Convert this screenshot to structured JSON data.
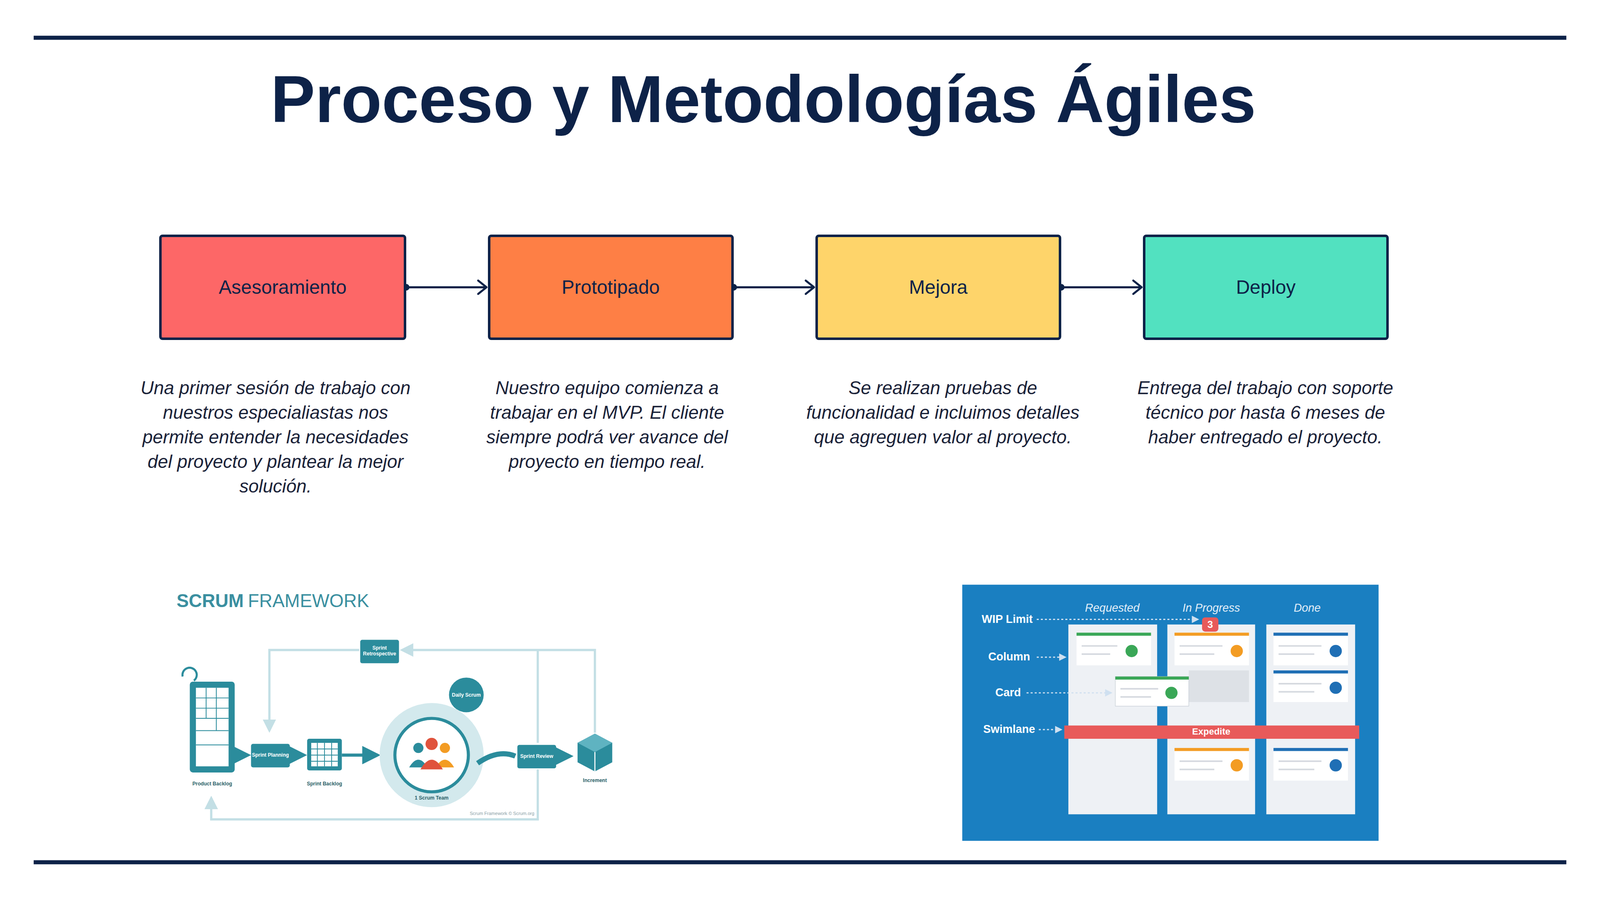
{
  "diagram": {
    "title": "Proceso y Metodologías Ágiles",
    "nodes": [
      {
        "text": [
          "Asesoramiento"
        ]
      },
      {
        "text": [
          "Prototipado"
        ]
      },
      {
        "text": [
          "Mejora"
        ]
      },
      {
        "text": [
          "Deploy"
        ]
      }
    ],
    "edges": [
      {
        "from": 0,
        "to": 1,
        "arrow": "to"
      },
      {
        "from": 1,
        "to": 2,
        "arrow": "to"
      },
      {
        "from": 2,
        "to": 3,
        "arrow": "to"
      }
    ],
    "labels": [
      "Una primer sesión de trabajo con nuestros especialiastas nos permite entender la necesidades del proyecto y plantear la mejor solución.",
      "Nuestro equipo comienza a trabajar en el MVP. El cliente siempre podrá ver avance del proyecto en tiempo real.",
      "Se realizan pruebas de funcionalidad e incluimos detalles que agreguen valor al proyecto.",
      "Entrega del trabajo con soporte técnico por hasta 6 meses de haber entregado el proyecto.",
      "SCRUM",
      "FRAMEWORK",
      "Sprint Retrospective",
      "Daily Scrum",
      "Sprint Planning",
      "Sprint Backlog",
      "Product Backlog",
      "Sprint Review",
      "Increment",
      "1 Scrum Team",
      "Scrum Framework © Scrum.org",
      "Requested",
      "In Progress",
      "Done",
      "WIP Limit",
      "Column",
      "Card",
      "Swimlane",
      "3",
      "Expedite"
    ]
  }
}
